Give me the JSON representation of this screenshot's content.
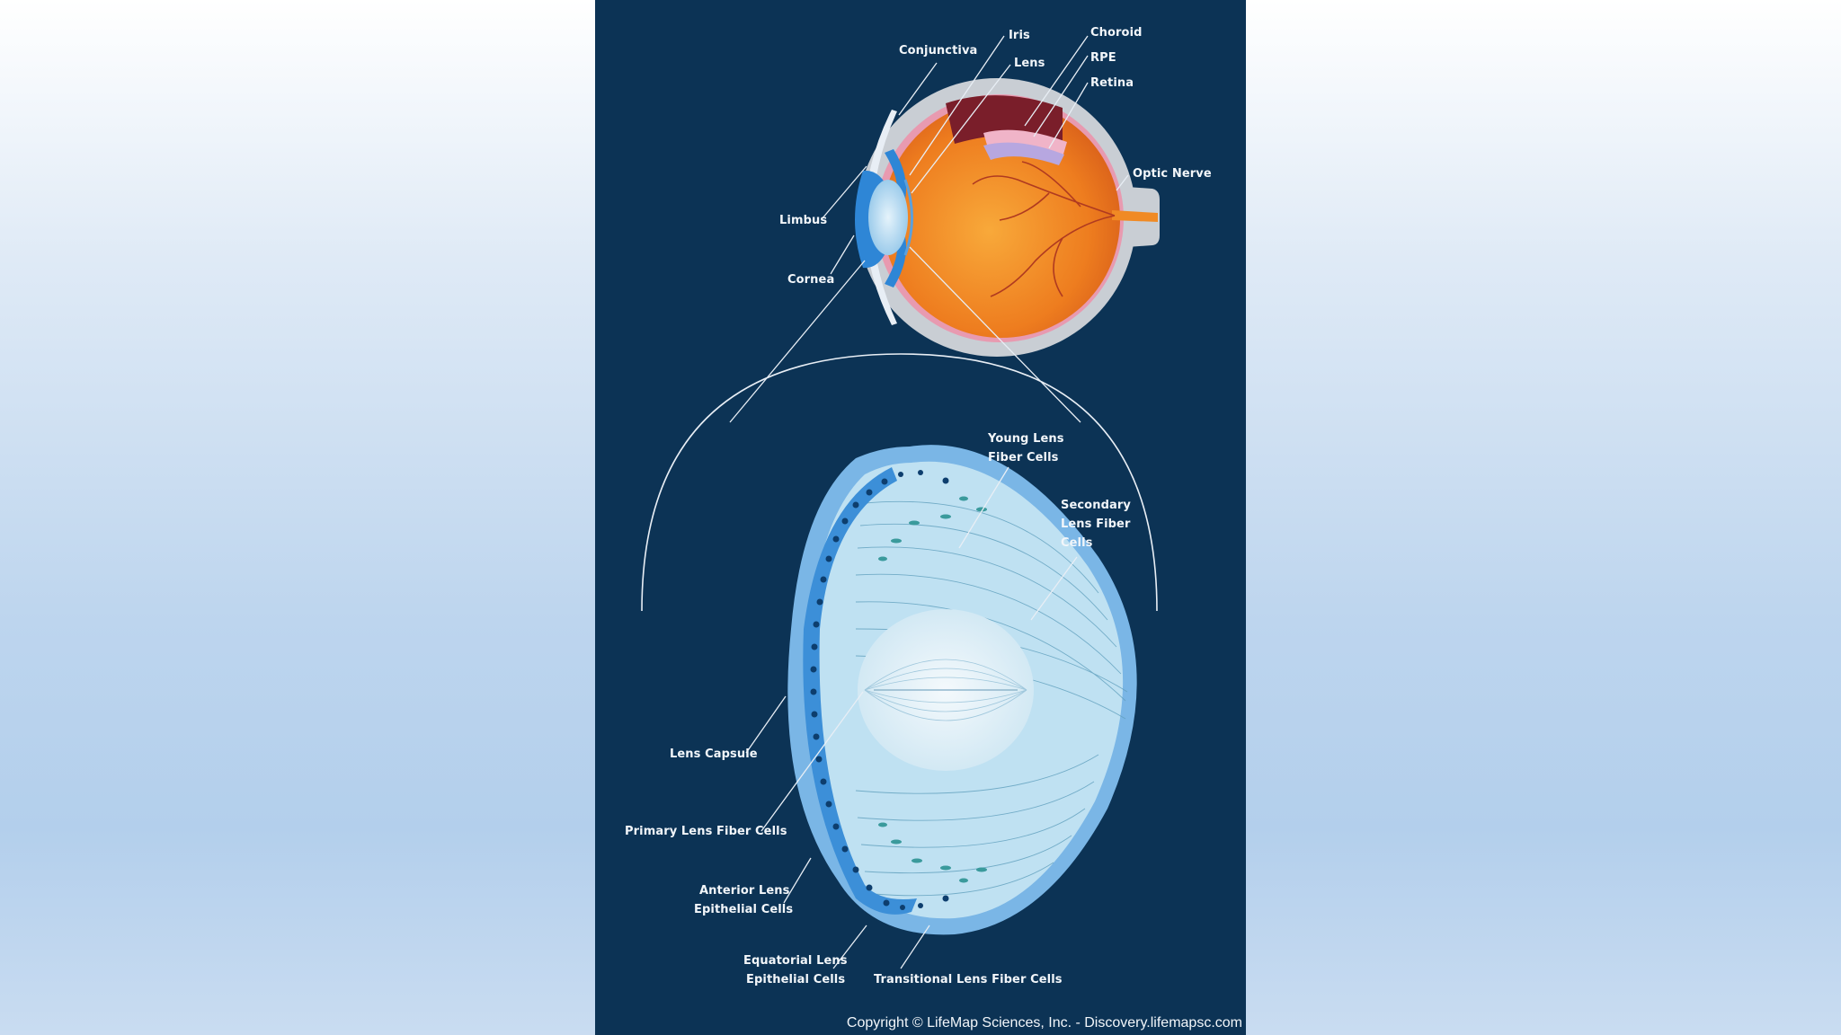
{
  "eye_labels": {
    "conjunctiva": "Conjunctiva",
    "iris": "Iris",
    "lens": "Lens",
    "choroid": "Choroid",
    "rpe": "RPE",
    "retina": "Retina",
    "optic_nerve": "Optic Nerve",
    "limbus": "Limbus",
    "cornea": "Cornea"
  },
  "lens_labels": {
    "young_fiber": [
      "Young Lens",
      "Fiber Cells"
    ],
    "secondary_fiber": [
      "Secondary",
      "Lens Fiber",
      "Cells"
    ],
    "lens_capsule": "Lens Capsule",
    "primary_fiber": "Primary Lens Fiber Cells",
    "anterior_epithelial": [
      "Anterior Lens",
      "Epithelial Cells"
    ],
    "equatorial_epithelial": [
      "Equatorial Lens",
      "Epithelial Cells"
    ],
    "transitional_fiber": "Transitional Lens Fiber Cells"
  },
  "copyright": "Copyright © LifeMap Sciences, Inc. - Discovery.lifemapsc.com",
  "colors": {
    "panel_bg": "#0c3355",
    "sclera": "#c9ced4",
    "eyeball_orange": "#f08a24",
    "lens_blue": "#7ab6e6",
    "fiber_light": "#bfe1f2"
  }
}
